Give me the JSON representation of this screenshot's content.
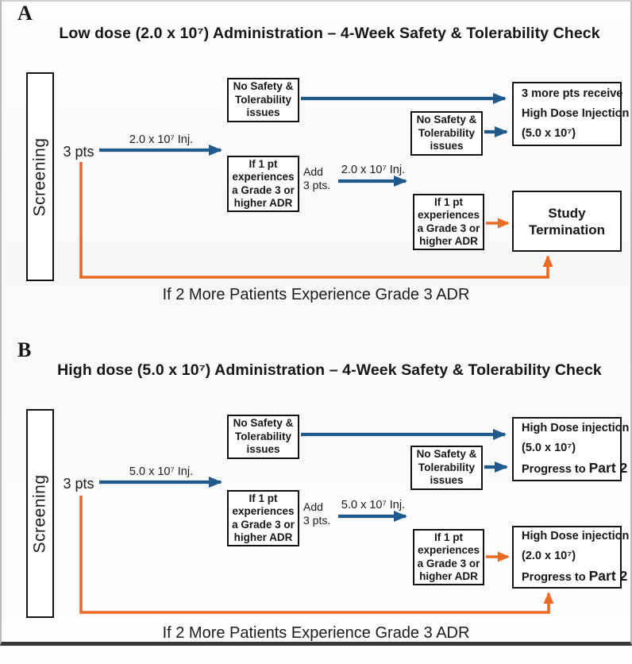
{
  "colors": {
    "arrow_blue": "#20598C",
    "arrow_orange": "#ED6A24"
  },
  "panelA": {
    "label": "A",
    "title": "Low dose (2.0 x 10⁷) Administration – 4-Week Safety & Tolerability Check",
    "screening_label": "Screening",
    "start_label": "3 pts",
    "inj_arrow_label": "2.0 x 10⁷ Inj.",
    "no_safety_box_1": {
      "lines": [
        "No Safety &",
        "Tolerability",
        "issues"
      ]
    },
    "no_safety_box_2": {
      "lines": [
        "No Safety &",
        "Tolerability",
        "issues"
      ]
    },
    "adr_box_1": {
      "lines": [
        "If 1 pt",
        "experiences",
        "a Grade 3 or",
        "higher ADR"
      ]
    },
    "add_pts": {
      "lines": [
        "Add",
        "3 pts."
      ]
    },
    "inj_arrow2_label": "2.0 x 10⁷ Inj.",
    "adr_box_2": {
      "lines": [
        "If 1 pt",
        "experiences",
        "a Grade 3 or",
        "higher ADR"
      ]
    },
    "outcome_top_box": {
      "lines": [
        "3 more pts receive",
        "High Dose Injection",
        "(5.0 x 10⁷)"
      ]
    },
    "termination_box": {
      "lines": [
        "Study",
        "Termination"
      ]
    },
    "escape_caption": "If 2 More Patients Experience Grade 3 ADR"
  },
  "panelB": {
    "label": "B",
    "title": "High dose (5.0 x 10⁷) Administration – 4-Week Safety & Tolerability Check",
    "screening_label": "Screening",
    "start_label": "3 pts",
    "inj_arrow_label": "5.0 x 10⁷ Inj.",
    "no_safety_box_1": {
      "lines": [
        "No Safety &",
        "Tolerability",
        "issues"
      ]
    },
    "no_safety_box_2": {
      "lines": [
        "No Safety &",
        "Tolerability",
        "issues"
      ]
    },
    "adr_box_1": {
      "lines": [
        "If 1 pt",
        "experiences",
        "a Grade 3 or",
        "higher ADR"
      ]
    },
    "add_pts": {
      "lines": [
        "Add",
        "3 pts."
      ]
    },
    "inj_arrow2_label": "5.0 x 10⁷ Inj.",
    "adr_box_2": {
      "lines": [
        "If 1 pt",
        "experiences",
        "a Grade 3 or",
        "higher ADR"
      ]
    },
    "outcome_top_box": {
      "lines": [
        "High Dose injection",
        "(5.0 x 10⁷)"
      ],
      "progress_prefix": "Progress to ",
      "part2": "Part 2"
    },
    "outcome_bottom_box": {
      "lines": [
        "High Dose injection",
        "(2.0 x 10⁷)"
      ],
      "progress_prefix": "Progress to ",
      "part2": "Part 2"
    },
    "escape_caption": "If 2 More Patients Experience Grade 3 ADR"
  }
}
